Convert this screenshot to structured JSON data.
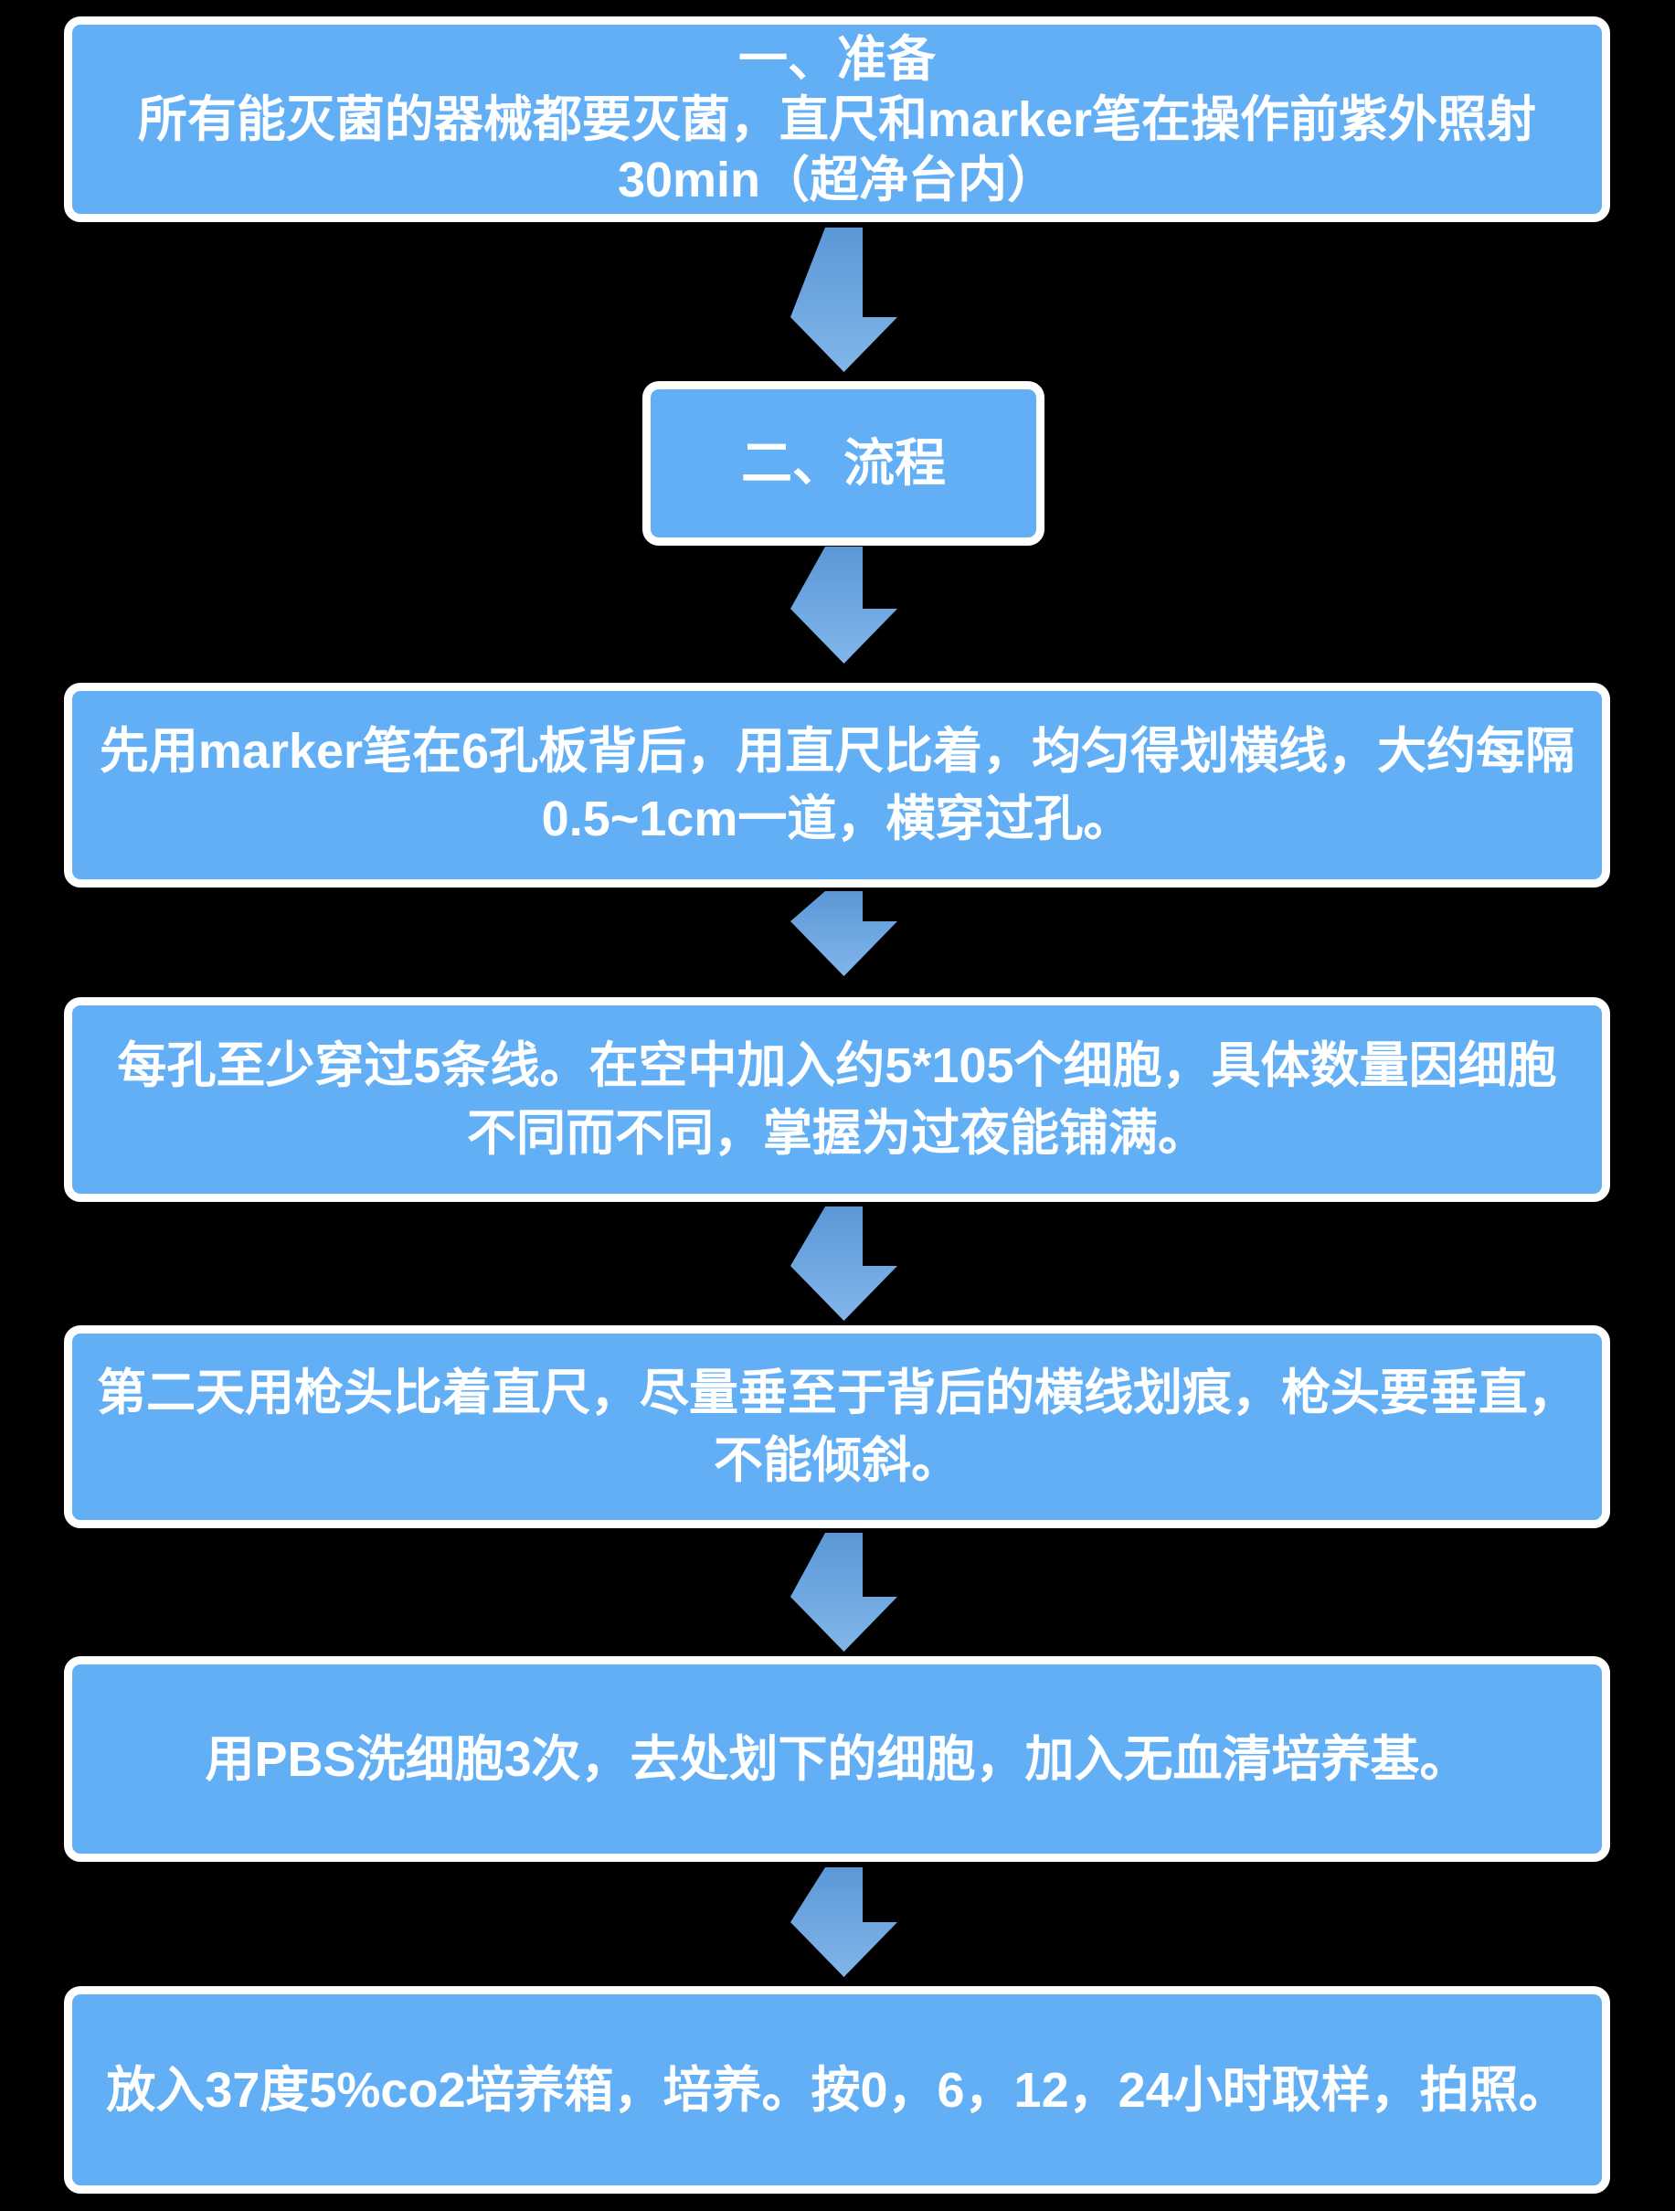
{
  "flowchart": {
    "colors": {
      "background": "#000000",
      "box_fill": "#62AFF6",
      "box_border": "#FFFFFF",
      "arrow_top": "#5B97D7",
      "arrow_bottom": "#82B6EA",
      "text": "#FFFFFF"
    },
    "steps": [
      {
        "name": "prepare-header",
        "lines": [
          "一、准备",
          "所有能灭菌的器械都要灭菌，直尺和marker笔在操作前紫外照射",
          "30min（超净台内）"
        ]
      },
      {
        "name": "process-header",
        "lines": [
          "二、流程"
        ]
      },
      {
        "name": "draw-lines",
        "lines": [
          "先用marker笔在6孔板背后，用直尺比着，均匀得划横线，大约每隔",
          "0.5~1cm一道，横穿过孔。"
        ]
      },
      {
        "name": "seed-cells",
        "lines": [
          "每孔至少穿过5条线。在空中加入约5*105个细胞，具体数量因细胞",
          "不同而不同，掌握为过夜能铺满。"
        ]
      },
      {
        "name": "scratch-with-tip",
        "lines": [
          "第二天用枪头比着直尺，尽量垂至于背后的横线划痕，枪头要垂直，",
          "不能倾斜。"
        ]
      },
      {
        "name": "wash-pbs",
        "lines": [
          "用PBS洗细胞3次，去处划下的细胞，加入无血清培养基。"
        ]
      },
      {
        "name": "incubate-photograph",
        "lines": [
          "放入37度5%co2培养箱，培养。按0，6，12，24小时取样，拍照。"
        ]
      }
    ]
  }
}
